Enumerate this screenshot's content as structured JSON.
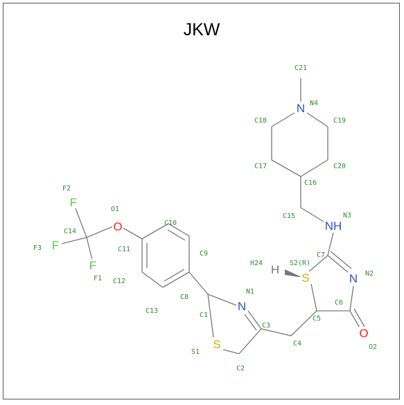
{
  "title": "JKW",
  "elements": {
    "N": "N",
    "NH": "NH",
    "S": "S",
    "O": "O",
    "F": "F",
    "H": "H"
  },
  "atom_labels": {
    "C1": "C1",
    "C2": "C2",
    "C3": "C3",
    "C4": "C4",
    "C5": "C5",
    "C6": "C6",
    "C7": "C7",
    "C8": "C8",
    "C9": "C9",
    "C10": "C10",
    "C11": "C11",
    "C12": "C12",
    "C13": "C13",
    "C14": "C14",
    "C15": "C15",
    "C16": "C16",
    "C17": "C17",
    "C18": "C18",
    "C19": "C19",
    "C20": "C20",
    "C21": "C21",
    "N1": "N1",
    "N2": "N2",
    "N3": "N3",
    "N4": "N4",
    "O1": "O1",
    "O2": "O2",
    "S1": "S1",
    "S2": "S2(R)",
    "F1": "F1",
    "F2": "F2",
    "F3": "F3",
    "H24": "H24"
  },
  "colors": {
    "carbon_label": "#2e8b2e",
    "nitrogen": "#3050d0",
    "oxygen": "#ff2020",
    "sulfur": "#c8b400",
    "fluorine": "#50d040",
    "bond": "#777777"
  }
}
